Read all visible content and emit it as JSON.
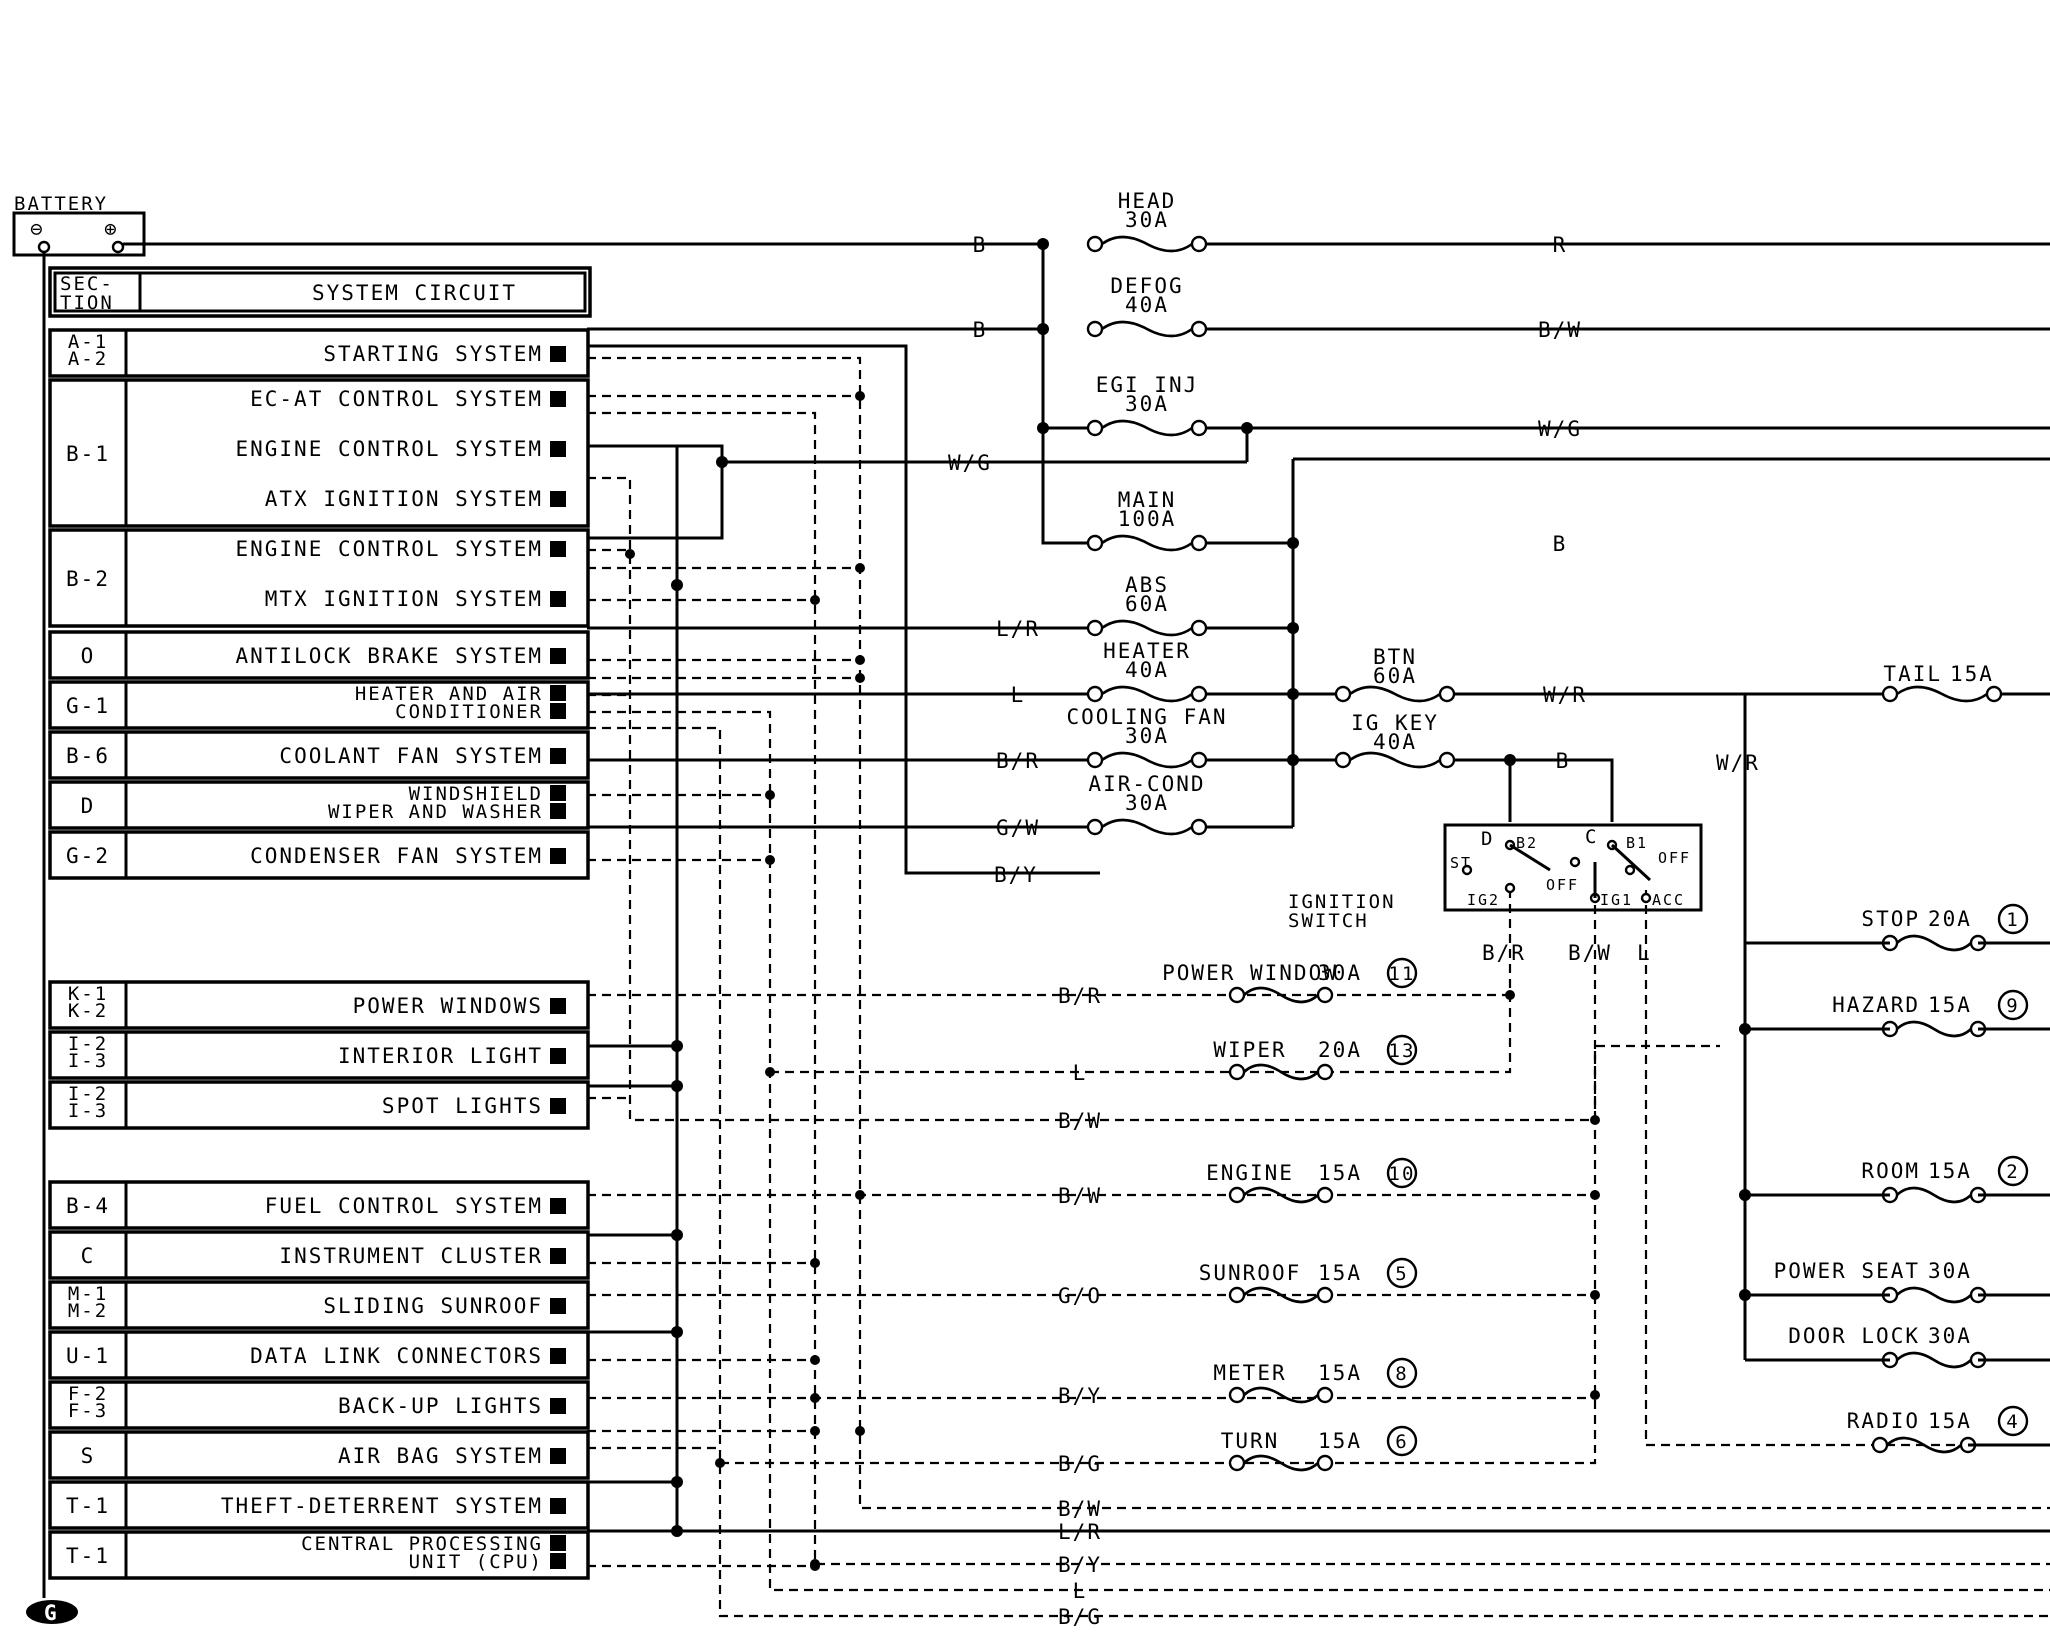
{
  "battery": {
    "label": "BATTERY",
    "neg": "⊖",
    "pos": "⊕"
  },
  "header": {
    "section": [
      "SEC-",
      "TION"
    ],
    "circuit": "SYSTEM CIRCUIT"
  },
  "rows": [
    {
      "codes": [
        "A-1",
        "A-2"
      ],
      "labels": [
        "STARTING SYSTEM"
      ]
    },
    {
      "codes": [
        "B-1"
      ],
      "labels": [
        "EC-AT CONTROL SYSTEM",
        "ENGINE CONTROL SYSTEM",
        "ATX    IGNITION SYSTEM"
      ]
    },
    {
      "codes": [
        "B-2"
      ],
      "labels": [
        "ENGINE CONTROL SYSTEM",
        "MTX    IGNITION SYSTEM"
      ]
    },
    {
      "codes": [
        "O"
      ],
      "labels": [
        "ANTILOCK BRAKE SYSTEM"
      ]
    },
    {
      "codes": [
        "G-1"
      ],
      "labels": [
        "HEATER AND AIR",
        "CONDITIONER"
      ]
    },
    {
      "codes": [
        "B-6"
      ],
      "labels": [
        "COOLANT FAN SYSTEM"
      ]
    },
    {
      "codes": [
        "D"
      ],
      "labels": [
        "WINDSHIELD",
        "WIPER AND WASHER"
      ]
    },
    {
      "codes": [
        "G-2"
      ],
      "labels": [
        "CONDENSER FAN SYSTEM"
      ]
    },
    {
      "codes": [
        "K-1",
        "K-2"
      ],
      "labels": [
        "POWER WINDOWS"
      ]
    },
    {
      "codes": [
        "I-2",
        "I-3"
      ],
      "labels": [
        "INTERIOR LIGHT"
      ]
    },
    {
      "codes": [
        "I-2",
        "I-3"
      ],
      "labels": [
        "SPOT LIGHTS"
      ]
    },
    {
      "codes": [
        "B-4"
      ],
      "labels": [
        "FUEL CONTROL SYSTEM"
      ]
    },
    {
      "codes": [
        "C"
      ],
      "labels": [
        "INSTRUMENT CLUSTER"
      ]
    },
    {
      "codes": [
        "M-1",
        "M-2"
      ],
      "labels": [
        "SLIDING SUNROOF"
      ]
    },
    {
      "codes": [
        "U-1"
      ],
      "labels": [
        "DATA LINK CONNECTORS"
      ]
    },
    {
      "codes": [
        "F-2",
        "F-3"
      ],
      "labels": [
        "BACK-UP LIGHTS"
      ]
    },
    {
      "codes": [
        "S"
      ],
      "labels": [
        "AIR BAG SYSTEM"
      ]
    },
    {
      "codes": [
        "T-1"
      ],
      "labels": [
        "THEFT-DETERRENT SYSTEM"
      ]
    },
    {
      "codes": [
        "T-1"
      ],
      "labels": [
        "CENTRAL PROCESSING",
        "UNIT (CPU)"
      ]
    }
  ],
  "main_fuses": [
    {
      "name": "HEAD",
      "rating": "30A",
      "in_wire": "B",
      "out_wire": "R"
    },
    {
      "name": "DEFOG",
      "rating": "40A",
      "in_wire": "B",
      "out_wire": "B/W"
    },
    {
      "name": "EGI INJ",
      "rating": "30A",
      "in_wire": "",
      "out_wire": "W/G"
    },
    {
      "name": "MAIN",
      "rating": "100A",
      "in_wire": "",
      "out_wire": "B"
    },
    {
      "name": "ABS",
      "rating": "60A",
      "in_wire": "L/R",
      "out_wire": ""
    },
    {
      "name": "HEATER",
      "rating": "40A",
      "in_wire": "L",
      "out_wire": ""
    },
    {
      "name": "COOLING FAN",
      "rating": "30A",
      "in_wire": "B/R",
      "out_wire": ""
    },
    {
      "name": "AIR-COND",
      "rating": "30A",
      "in_wire": "G/W",
      "out_wire": ""
    }
  ],
  "wire_wg": "W/G",
  "wire_by": "B/Y",
  "btn_fuse": {
    "name": "BTN",
    "rating": "60A",
    "out_wire": "W/R"
  },
  "igkey_fuse": {
    "name": "IG KEY",
    "rating": "40A",
    "out_wire": "B"
  },
  "tail_fuse": {
    "name": "TAIL",
    "rating": "15A"
  },
  "wr_label": "W/R",
  "ignition_switch": {
    "label": [
      "IGNITION",
      "SWITCH"
    ],
    "terminals": [
      "D",
      "B2",
      "C",
      "B1",
      "ST",
      "OFF",
      "OFF",
      "IG2",
      "IG1",
      "ACC"
    ],
    "outputs": [
      "B/R",
      "B/W",
      "L"
    ]
  },
  "dash_fuses": [
    {
      "name": "POWER WINDOW",
      "rating": "30A",
      "num": "11",
      "wire": "B/R"
    },
    {
      "name": "WIPER",
      "rating": "20A",
      "num": "13",
      "wire": "L"
    },
    {
      "name": "",
      "rating": "",
      "num": "",
      "wire": "B/W"
    },
    {
      "name": "ENGINE",
      "rating": "15A",
      "num": "10",
      "wire": "B/W"
    },
    {
      "name": "SUNROOF",
      "rating": "15A",
      "num": "5",
      "wire": "G/O"
    },
    {
      "name": "METER",
      "rating": "15A",
      "num": "8",
      "wire": "B/Y"
    },
    {
      "name": "TURN",
      "rating": "15A",
      "num": "6",
      "wire": "B/G"
    }
  ],
  "right_fuses": [
    {
      "name": "STOP",
      "rating": "20A",
      "num": "1"
    },
    {
      "name": "HAZARD",
      "rating": "15A",
      "num": "9"
    },
    {
      "name": "ROOM",
      "rating": "15A",
      "num": "2"
    },
    {
      "name": "POWER SEAT",
      "rating": "30A",
      "num": ""
    },
    {
      "name": "DOOR LOCK",
      "rating": "30A",
      "num": ""
    },
    {
      "name": "RADIO",
      "rating": "15A",
      "num": "4"
    }
  ],
  "bottom_wires": [
    "B/W",
    "L/R",
    "B/Y",
    "L",
    "B/G"
  ],
  "ground": "G"
}
